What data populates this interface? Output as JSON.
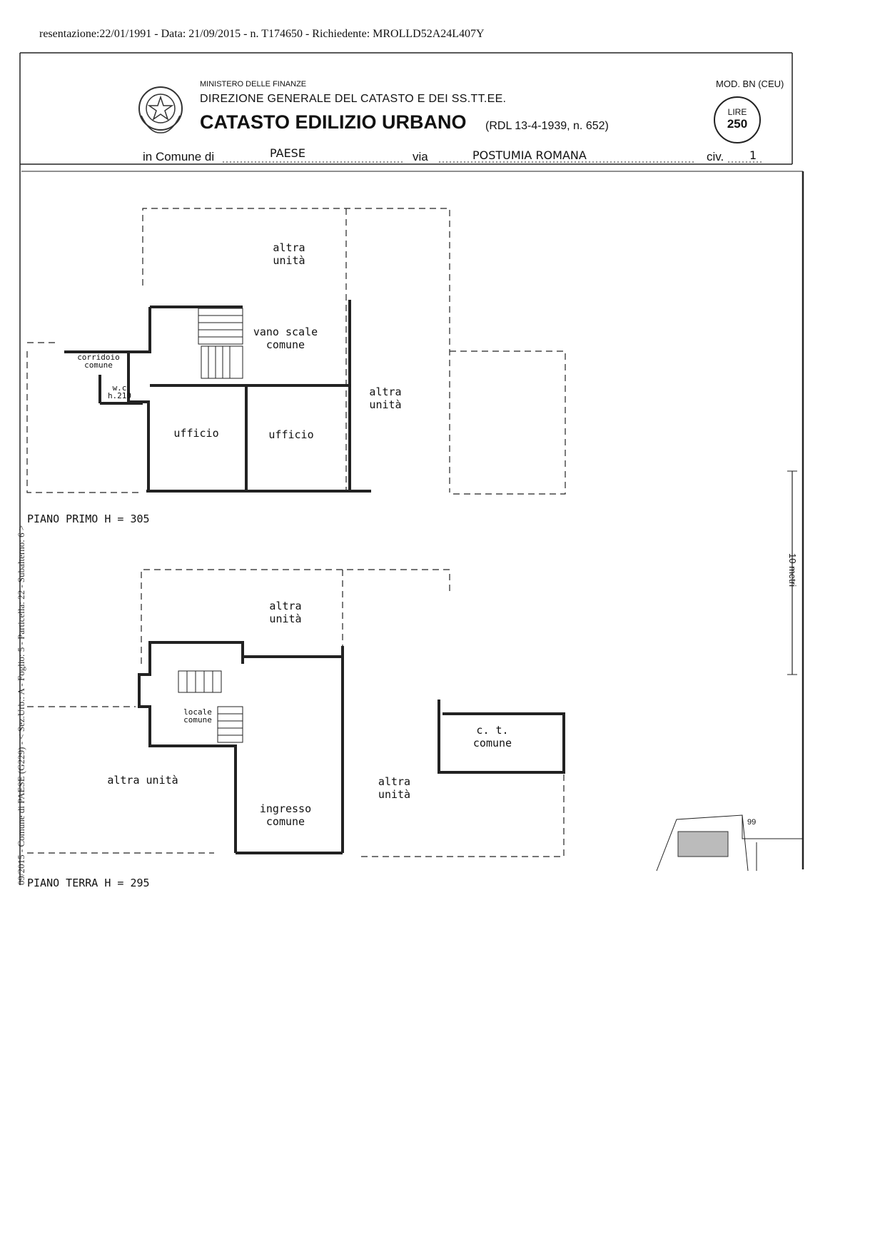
{
  "header_line": "resentazione:22/01/1991 - Data: 21/09/2015 - n. T174650 - Richiedente: MROLLD52A24L407Y",
  "side_stamp": "09/2015 - Comune di PAESE (G229) - < Sez.Urb.: A - Foglio: 5 - Particella: 22 - Subalterno: 6 >",
  "form": {
    "ministero": "MINISTERO DELLE FINANZE",
    "direzione": "DIREZIONE GENERALE DEL CATASTO E DEI SS.TT.EE.",
    "catasto": "CATASTO EDILIZIO URBANO",
    "rdl": "(RDL 13-4-1939, n. 652)",
    "mod": "MOD. BN (CEU)",
    "lire_label": "LIRE",
    "lire_value": "250",
    "in_comune_label": "in Comune di",
    "comune": "PAESE",
    "via_label": "via",
    "via": "POSTUMIA ROMANA",
    "civ_label": "civ.",
    "civ": "1"
  },
  "plan_primo": {
    "rooms": {
      "altra_unita_top": "altra\nunità",
      "vano_scale": "vano scale\ncomune",
      "corridoio": "corridoio\ncomune",
      "wc": "w.c\nh.210",
      "ufficio_left": "ufficio",
      "ufficio_right": "ufficio",
      "altra_unita_right": "altra\nunità"
    },
    "label": "PIANO PRIMO H = 305"
  },
  "plan_terra": {
    "rooms": {
      "altra_unita_top": "altra\nunità",
      "locale_comune": "locale\ncomune",
      "altra_unita_left": "altra unità",
      "altra_unita_right": "altra\nunità",
      "ingresso": "ingresso\ncomune",
      "ct": "c. t.\ncomune"
    },
    "label": "PIANO TERRA H = 295"
  },
  "scale_label": "10 metri",
  "map_parcel": "99"
}
